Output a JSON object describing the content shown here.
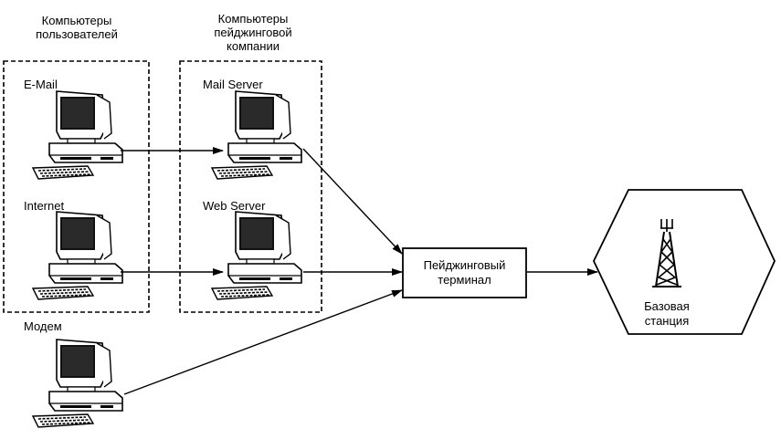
{
  "groups": {
    "users_title": [
      "Компьютеры",
      "пользователей"
    ],
    "company_title": [
      "Компьютеры",
      "пейджинговой",
      "компании"
    ]
  },
  "computers": {
    "email": "E-Mail",
    "internet": "Internet",
    "modem": "Модем",
    "mail_server": "Mail Server",
    "web_server": "Web Server"
  },
  "terminal": [
    "Пейджинговый",
    "терминал"
  ],
  "base_station": [
    "Базовая",
    "станция"
  ],
  "icons": {
    "computer": "desktop-computer-icon",
    "tower": "radio-tower-icon"
  }
}
